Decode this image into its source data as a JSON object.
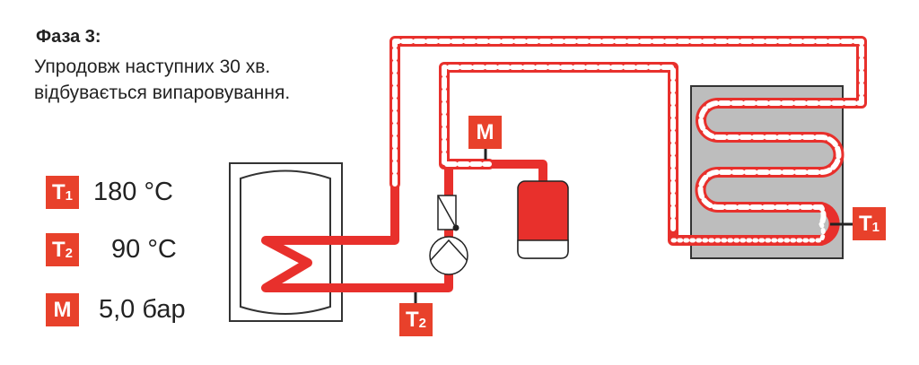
{
  "title": "Фаза 3:",
  "description": [
    "Упродовж наступних 30 хв.",
    "відбувається випаровування."
  ],
  "legend": [
    {
      "badge": "T",
      "sub": "1",
      "value": "180 °C"
    },
    {
      "badge": "T",
      "sub": "2",
      "value": "90 °C"
    },
    {
      "badge": "M",
      "sub": "",
      "value": "5,0 бар"
    }
  ],
  "diagram": {
    "pressure_label": "M",
    "sensor_t2": {
      "badge": "T",
      "sub": "2"
    },
    "sensor_t1": {
      "badge": "T",
      "sub": "1"
    }
  },
  "colors": {
    "pipe": "#e8302c",
    "badge": "#e8412b",
    "chamber": "#bdbdbd"
  }
}
